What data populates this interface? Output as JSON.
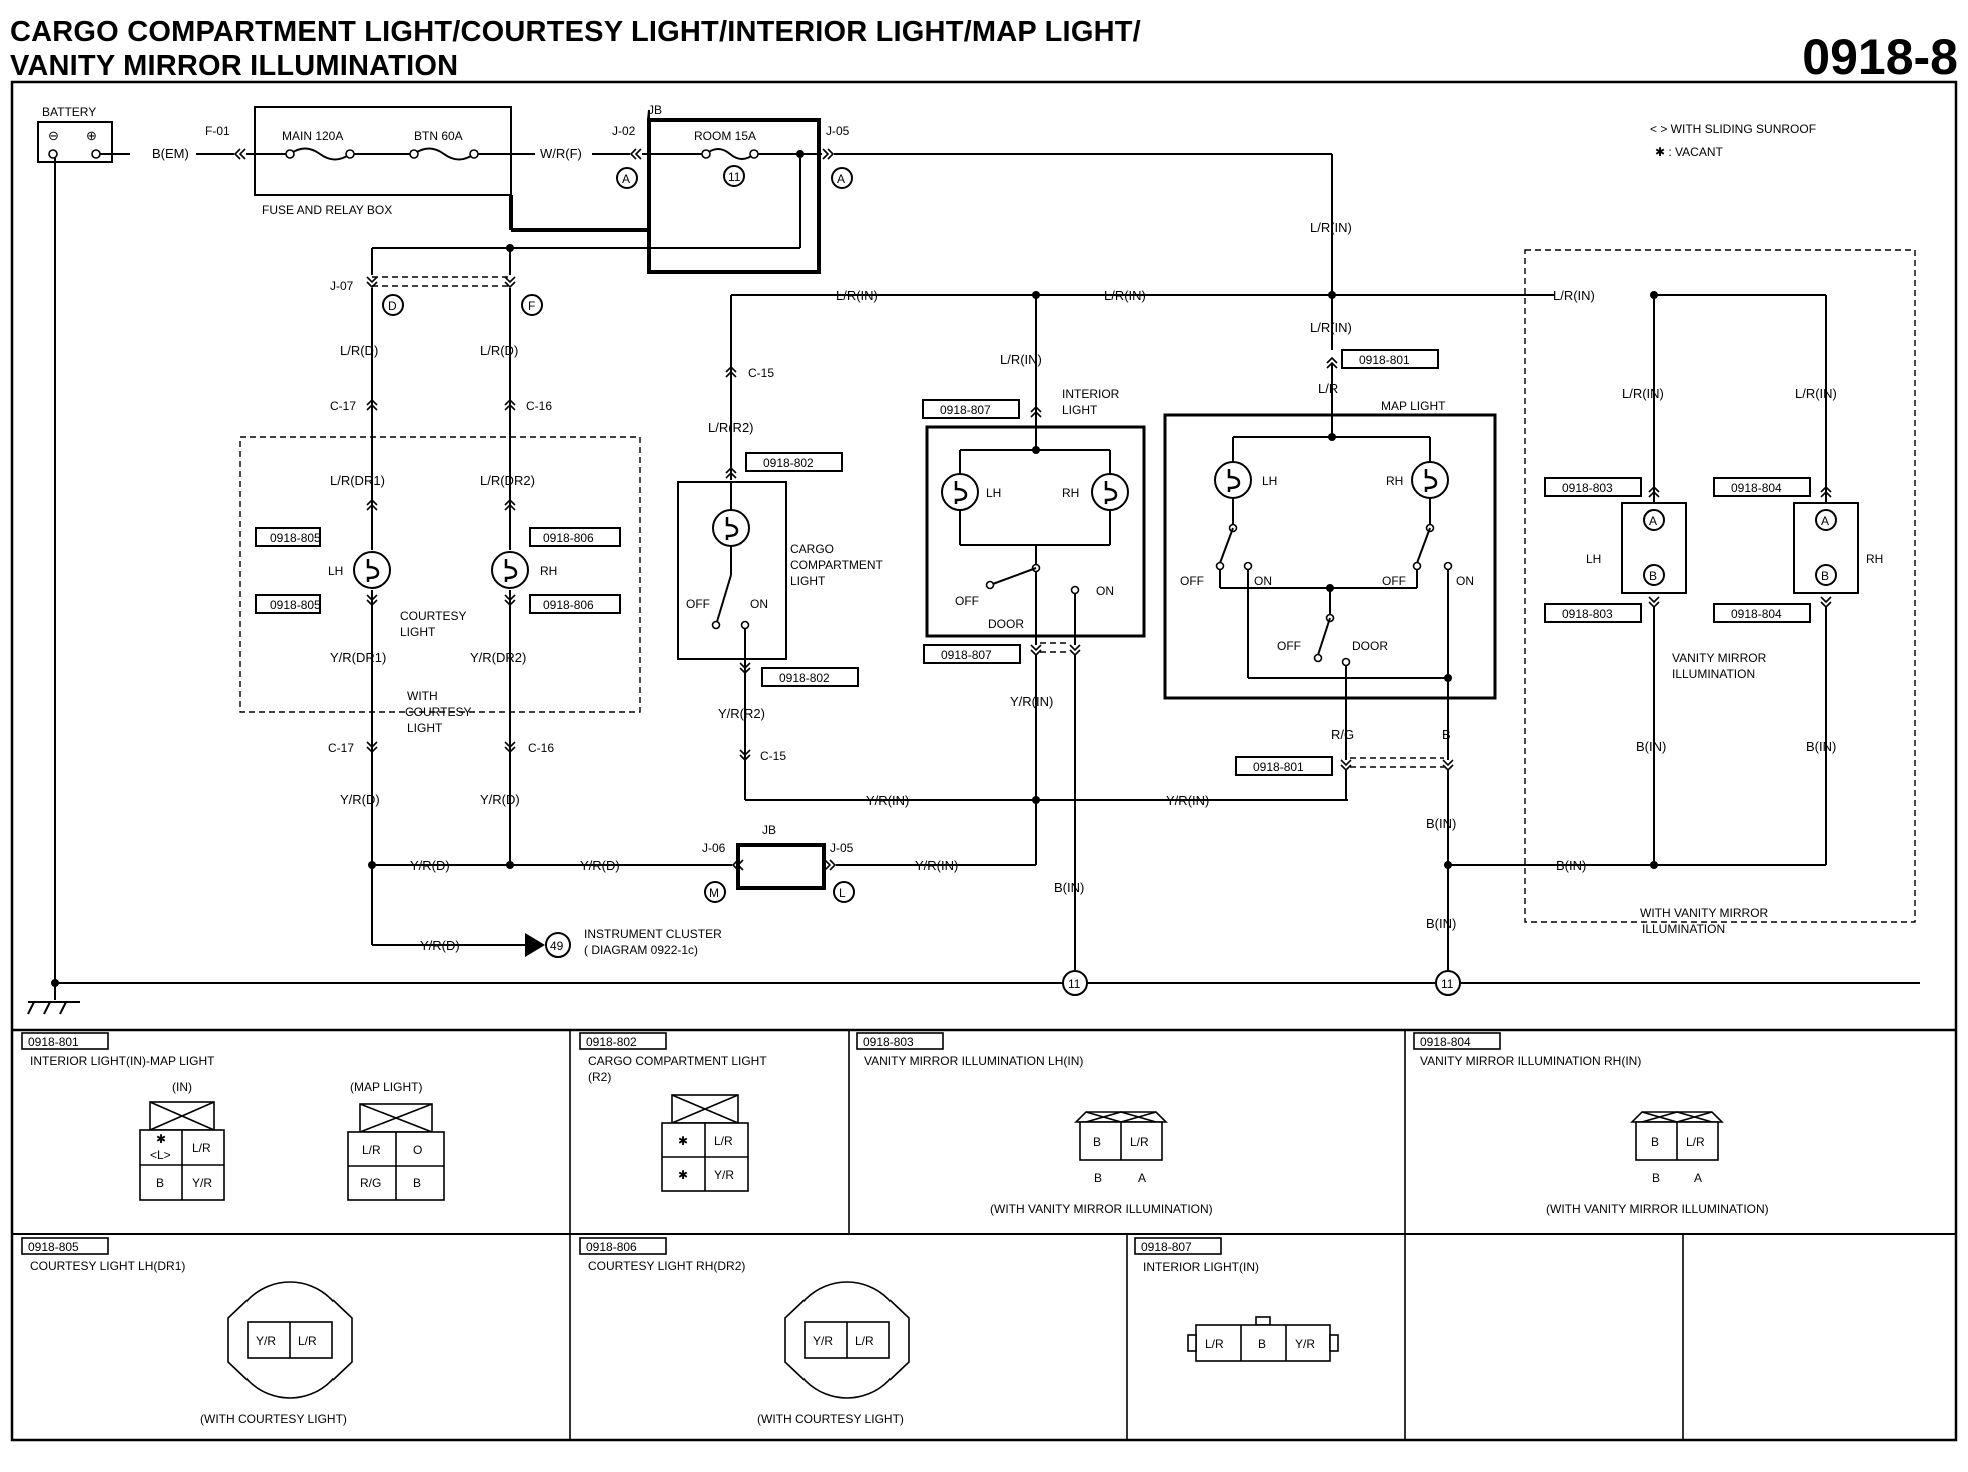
{
  "header": {
    "title_line1": "CARGO COMPARTMENT LIGHT/COURTESY LIGHT/INTERIOR LIGHT/MAP LIGHT/",
    "title_line2": "VANITY MIRROR ILLUMINATION",
    "diagram_number": "0918-8"
  },
  "legend": {
    "sunroof_note": "< > WITH SLIDING SUNROOF",
    "vacant_note": "✱ : VACANT"
  },
  "power": {
    "battery": "BATTERY",
    "battery_minus": "⊖",
    "battery_plus": "⊕",
    "wire_b_em": "B(EM)",
    "fuse_terminal": "F-01",
    "fuse_main": "MAIN 120A",
    "fuse_btn": "BTN 60A",
    "fuse_box": "FUSE AND RELAY BOX",
    "wire_w_r_f": "W/R(F)",
    "jb": "JB",
    "jb_in": "J-02",
    "jb_room": "ROOM 15A",
    "jb_room_num": "11",
    "jb_out": "J-05",
    "circle_a": "A",
    "jb_j07": "J-07",
    "circle_d": "D",
    "circle_f": "F"
  },
  "wires": {
    "lr_in": "L/R(IN)",
    "lr_d": "L/R(D)",
    "lr_dr1": "L/R(DR1)",
    "lr_dr2": "L/R(DR2)",
    "lr_r2": "L/R(R2)",
    "lr": "L/R",
    "yr_dr1": "Y/R(DR1)",
    "yr_dr2": "Y/R(DR2)",
    "yr_r2": "Y/R(R2)",
    "yr_d": "Y/R(D)",
    "yr_in": "Y/R(IN)",
    "rg": "R/G",
    "b": "B",
    "b_in": "B(IN)",
    "c17": "C-17",
    "c16": "C-16",
    "c15": "C-15"
  },
  "components": {
    "courtesy_light": "COURTESY LIGHT",
    "courtesy_l1": "COURTESY",
    "courtesy_l2": "LIGHT",
    "with_courtesy_1": "WITH",
    "with_courtesy_2": "COURTESY",
    "with_courtesy_3": "LIGHT",
    "cargo_1": "CARGO",
    "cargo_2": "COMPARTMENT",
    "cargo_3": "LIGHT",
    "interior_1": "INTERIOR",
    "interior_2": "LIGHT",
    "map_light": "MAP LIGHT",
    "vanity_1": "VANITY MIRROR",
    "vanity_2": "ILLUMINATION",
    "with_vanity_1": "WITH VANITY MIRROR",
    "with_vanity_2": "ILLUMINATION",
    "lh": "LH",
    "rh": "RH",
    "off": "OFF",
    "on": "ON",
    "door": "DOOR",
    "circle_b": "B",
    "j06": "J-06",
    "circle_m": "M",
    "circle_l": "L",
    "ground_num": "11",
    "pin49": "49",
    "cluster_1": "INSTRUMENT CLUSTER",
    "cluster_2": "( DIAGRAM 0922-1c)"
  },
  "connector_ids": {
    "c801": "0918-801",
    "c802": "0918-802",
    "c803": "0918-803",
    "c804": "0918-804",
    "c805": "0918-805",
    "c806": "0918-806",
    "c807": "0918-807"
  },
  "connectors": {
    "p801": {
      "id": "0918-801",
      "title": "INTERIOR LIGHT(IN)-MAP LIGHT",
      "sub_in": "(IN)",
      "sub_map": "(MAP LIGHT)",
      "in_pins": [
        "✱",
        "<L>",
        "L/R",
        "B",
        "Y/R"
      ],
      "map_pins": [
        "L/R",
        "O",
        "R/G",
        "B"
      ]
    },
    "p802": {
      "id": "0918-802",
      "title": "CARGO COMPARTMENT LIGHT",
      "title2": "(R2)",
      "pins": [
        "✱",
        "L/R",
        "✱",
        "Y/R"
      ]
    },
    "p803": {
      "id": "0918-803",
      "title": "VANITY MIRROR ILLUMINATION LH(IN)",
      "pins": [
        "B",
        "L/R"
      ],
      "pos": [
        "B",
        "A"
      ],
      "note": "(WITH VANITY MIRROR ILLUMINATION)"
    },
    "p804": {
      "id": "0918-804",
      "title": "VANITY MIRROR ILLUMINATION RH(IN)",
      "pins": [
        "B",
        "L/R"
      ],
      "pos": [
        "B",
        "A"
      ],
      "note": "(WITH VANITY MIRROR ILLUMINATION)"
    },
    "p805": {
      "id": "0918-805",
      "title": "COURTESY LIGHT LH(DR1)",
      "pins": [
        "Y/R",
        "L/R"
      ],
      "note": "(WITH COURTESY LIGHT)"
    },
    "p806": {
      "id": "0918-806",
      "title": "COURTESY LIGHT RH(DR2)",
      "pins": [
        "Y/R",
        "L/R"
      ],
      "note": "(WITH COURTESY LIGHT)"
    },
    "p807": {
      "id": "0918-807",
      "title": "INTERIOR LIGHT(IN)",
      "pins": [
        "L/R",
        "B",
        "Y/R"
      ]
    }
  }
}
